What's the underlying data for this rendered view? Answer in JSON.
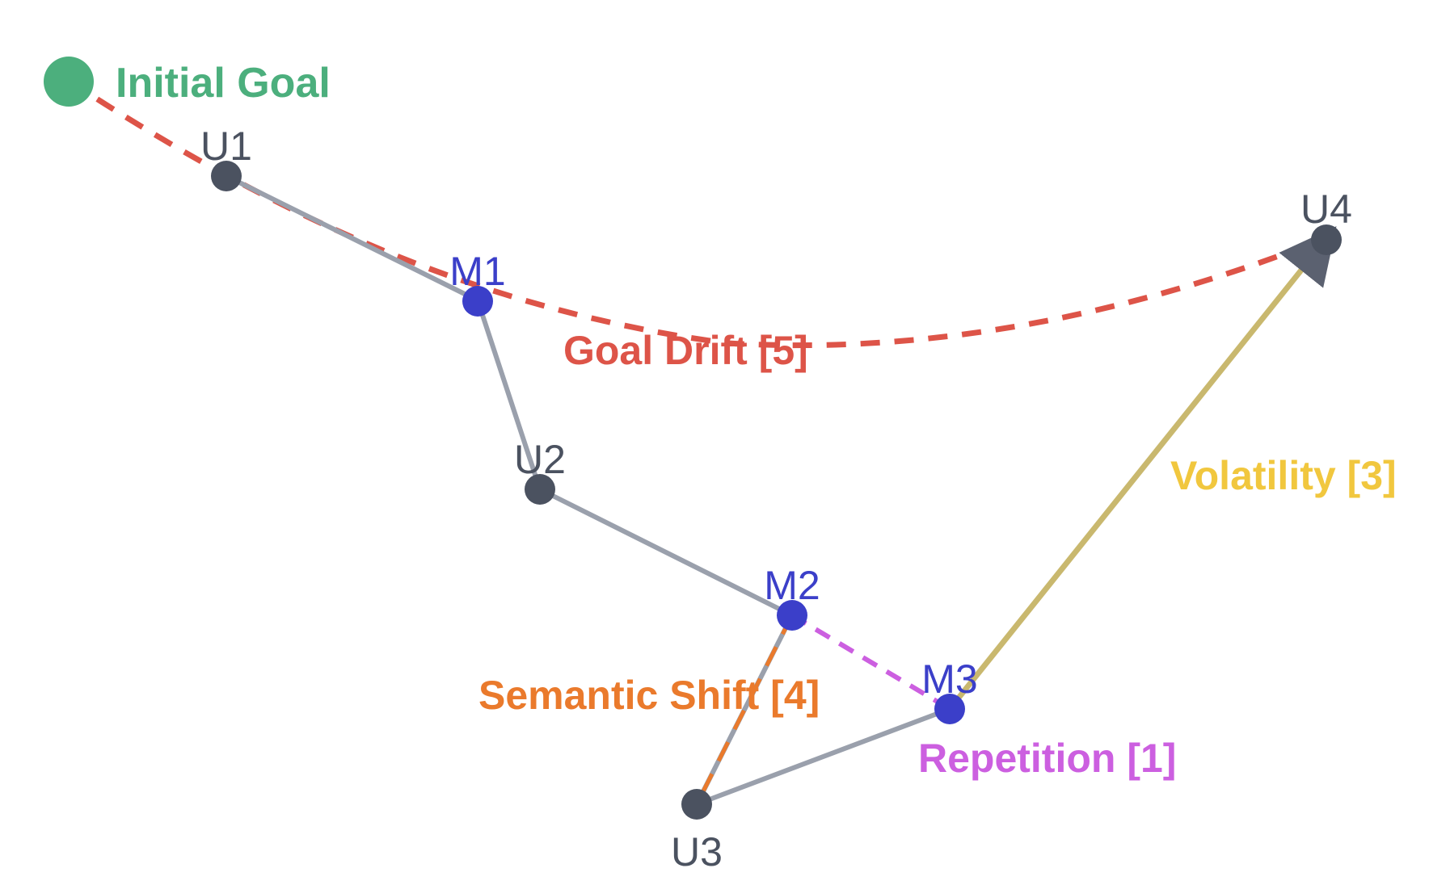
{
  "colors": {
    "user_node": "#4b5260",
    "model_node": "#3b3fc9",
    "path": "#9aa0ac",
    "goal": "#4caf7d",
    "goal_drift": "#dd5448",
    "semantic_shift": "#ea7a2c",
    "repetition": "#cc5fe0",
    "volatility": "#f1c73e",
    "volatility_line": "#c9b86e"
  },
  "goal": {
    "label": "Initial Goal"
  },
  "nodes": {
    "U1": {
      "label": "U1",
      "role": "user"
    },
    "M1": {
      "label": "M1",
      "role": "model"
    },
    "U2": {
      "label": "U2",
      "role": "user"
    },
    "M2": {
      "label": "M2",
      "role": "model"
    },
    "M3": {
      "label": "M3",
      "role": "model"
    },
    "U3": {
      "label": "U3",
      "role": "user"
    },
    "U4": {
      "label": "U4",
      "role": "user"
    }
  },
  "path_sequence": [
    "U1",
    "M1",
    "U2",
    "M2",
    "U3",
    "M3"
  ],
  "annotations": {
    "goal_drift": {
      "label": "Goal Drift [5]",
      "from": "Initial Goal",
      "to": "U4"
    },
    "semantic_shift": {
      "label": "Semantic Shift [4]",
      "from": "M2",
      "to": "U3"
    },
    "repetition": {
      "label": "Repetition [1]",
      "from": "M2",
      "to": "M3"
    },
    "volatility": {
      "label": "Volatility [3]",
      "from": "M3",
      "to": "U4"
    }
  }
}
